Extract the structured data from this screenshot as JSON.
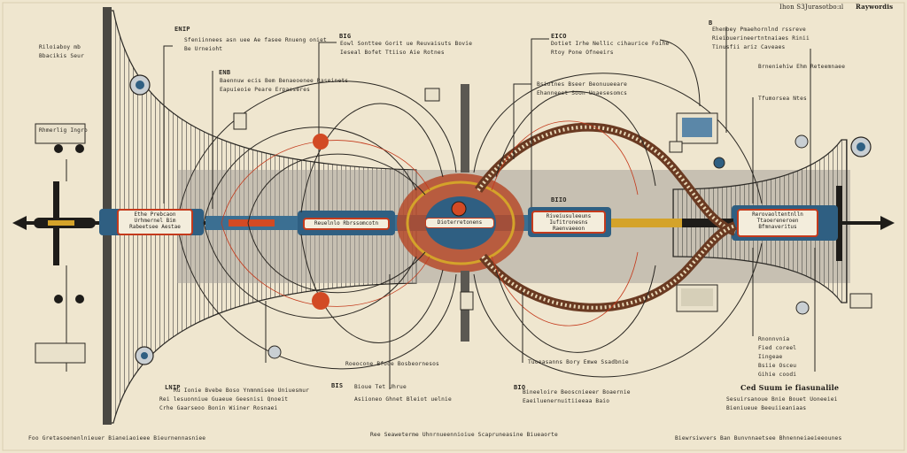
{
  "header": {
    "top_right_a": "Ihon S3Jurasotbo:ıl",
    "top_right_b": "Raywordis"
  },
  "tags": {
    "t1": "ENIP",
    "t2": "BIG",
    "t3": "EICO",
    "t4": "ENB",
    "t5": "BIIO",
    "t6": "LNIP",
    "t7": "BIS",
    "t8": "BIO",
    "t9": "B"
  },
  "blocks": {
    "left_cap_1": "Riloiaboy mb",
    "left_cap_2": "Bbacikis Seur",
    "left_cap_3": "Rhmerlig Ingro",
    "top1_l1": "Sfeniinnees asn uee Ae fasee Rnueng oniet",
    "top1_l2": "Be Urneioht",
    "top2_l1": "Eowl Sonttee Gorit ue Reuvaisuts Bovie",
    "top2_l2": "Ieseal Bofet Ttiiso Aie Rotnes",
    "top3_l1": "Dotiet Irhe Nellic cihaurice Foihe",
    "top3_l2": "Rtoy Pone Ofneeirs",
    "topright_l1": "Ehenoey Pmaehornlnd rssreve",
    "topright_l2": "Rieiouerineertntnaiaes Rinii",
    "topright_l3": "Tinusfii ariz Caveaes",
    "mid1": "Baennuw ecis Bem Benaeoenee Raseinets",
    "mid2": "Eapuieoie Peare Erpaeseres",
    "mid3": "Bsiotnes Bseer Beonuueeare",
    "mid4": "Ehanneeet Soon Unaesesomcs",
    "mid5": "Brneniehiw Ehm Reteemnaee",
    "mid6": "Tfumorsea Ntes"
  },
  "pills": {
    "p1_l1": "Ethe Prebcaon",
    "p1_l2": "Urhmernel Bim",
    "p1_l3": "Rabeetsee Aestae",
    "p2": "Reuelnlo Rbrssomcotn",
    "p3": "Dioterretonens",
    "p4_l1": "Riveiusuleeuns",
    "p4_l2": "Iufitronesns",
    "p4_l3": "Raenvaeeon",
    "p5_l1": "Rerovaoltentnlln",
    "p5_l2": "Ttaoereneroen",
    "p5_l3": "Bfmnaveritus"
  },
  "bottom": {
    "bl_1": "Ru Ionie Bvebe Boso Ynmnmisee Uniuesmur",
    "bl_2": "Rei lesuonniue Guaeue Geesnisi Qnoeit",
    "bl_3": "Crhe Gaarseoo Bonin Wiiner Rosnaei",
    "bc_1": "Roeocone Bfooe Bosbeornesos",
    "bc_2": "Bioue Tet Uhrue",
    "bc_3": "Asiioneo Ghnet Bleiot uelnie",
    "bm_1": "Tuoeasanns Bory Emwe Ssadbnie",
    "bm_2": "Bineeloire Beoscnieeer Boaernie",
    "bm_3": "Eaeiluenernuitiieeaa Baio",
    "br_h": "Ced Suum ie fiasunalile",
    "br_1": "Sesuirsanoue Bnie Bouet Uoneeiei",
    "br_2": "Bieniueue Beeuiieaniaas",
    "list_1": "Rnonnvnia",
    "list_2": "Fied coreel",
    "list_3": "Iingeae",
    "list_4": "Bsiie Osceu",
    "list_5": "Gihie coodi",
    "foot_l": "Foo Gretasoenenlnieuer Bianeiaoieee Bieurnennasniee",
    "foot_c": "Ree Seaweterme Uhnrnueennioiue Scapruneasine Biueaorte",
    "foot_r": "Biewrsiwvers Ban Bunvnnaetsee Bhnenneiaeieeounes"
  }
}
